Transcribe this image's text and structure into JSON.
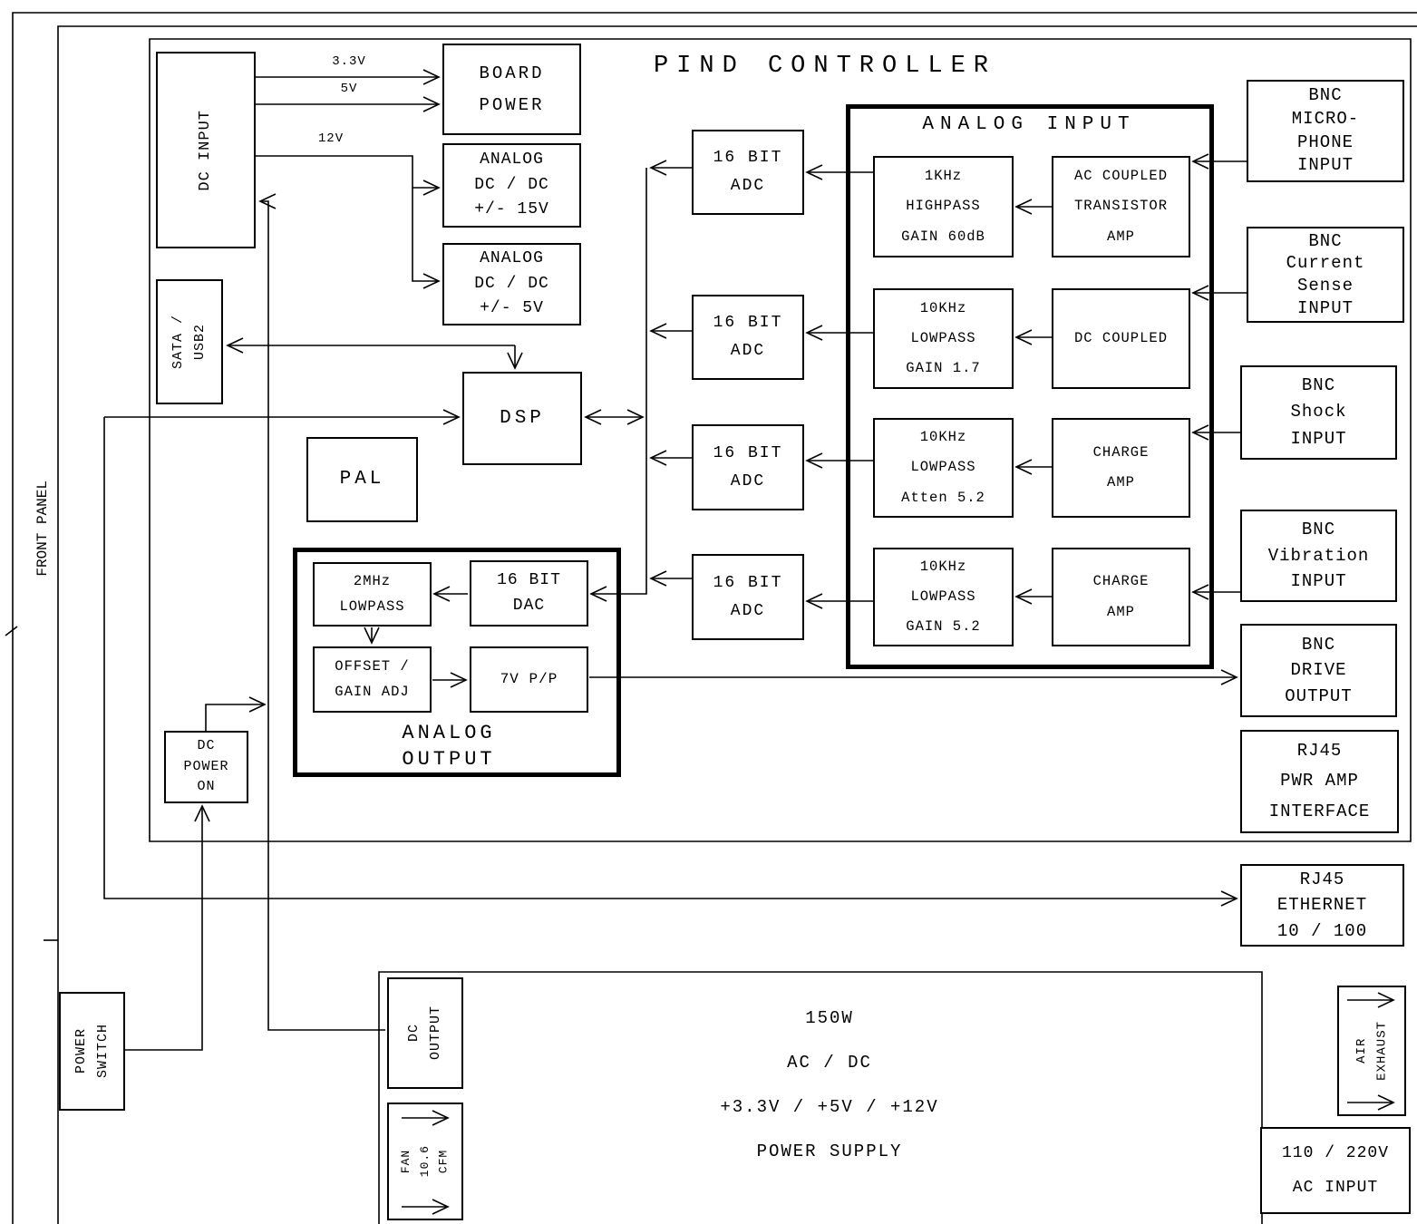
{
  "title": "PIND CONTROLLER",
  "front_panel_label": "FRONT PANEL",
  "voltage_labels": {
    "v33": "3.3V",
    "v5": "5V",
    "v12": "12V"
  },
  "colors": {
    "line": "#000000",
    "background": "#ffffff"
  },
  "boxes": {
    "dc_input": {
      "label": "DC INPUT"
    },
    "board_power": {
      "lines": [
        "BOARD",
        "POWER"
      ]
    },
    "dcdc_15v": {
      "lines": [
        "ANALOG",
        "DC / DC",
        "+/- 15V"
      ]
    },
    "dcdc_5v": {
      "lines": [
        "ANALOG",
        "DC / DC",
        "+/- 5V"
      ]
    },
    "sata_usb2": {
      "lines": [
        "SATA /",
        "USB2"
      ]
    },
    "dsp": {
      "label": "DSP"
    },
    "pal": {
      "label": "PAL"
    },
    "adc": {
      "lines": [
        "16 BIT",
        "ADC"
      ]
    },
    "analog_input": {
      "heading": "ANALOG INPUT"
    },
    "filter1": {
      "lines": [
        "1KHz",
        "HIGHPASS",
        "GAIN 60dB"
      ]
    },
    "amp1": {
      "lines": [
        "AC COUPLED",
        "TRANSISTOR",
        "AMP"
      ]
    },
    "filter2": {
      "lines": [
        "10KHz",
        "LOWPASS",
        "GAIN 1.7"
      ]
    },
    "amp2": {
      "lines": [
        "DC COUPLED"
      ]
    },
    "filter3": {
      "lines": [
        "10KHz",
        "LOWPASS",
        "Atten 5.2"
      ]
    },
    "amp3": {
      "lines": [
        "CHARGE",
        "AMP"
      ]
    },
    "filter4": {
      "lines": [
        "10KHz",
        "LOWPASS",
        "GAIN 5.2"
      ]
    },
    "amp4": {
      "lines": [
        "CHARGE",
        "AMP"
      ]
    },
    "bnc_microphone": {
      "lines": [
        "BNC",
        "MICRO-",
        "PHONE",
        "INPUT"
      ]
    },
    "bnc_current_sense": {
      "lines": [
        "BNC",
        "Current",
        "Sense",
        "INPUT"
      ]
    },
    "bnc_shock": {
      "lines": [
        "BNC",
        "Shock",
        "INPUT"
      ]
    },
    "bnc_vibration": {
      "lines": [
        "BNC",
        "Vibration",
        "INPUT"
      ]
    },
    "bnc_drive_output": {
      "lines": [
        "BNC",
        "DRIVE",
        "OUTPUT"
      ]
    },
    "rj45_pwr_amp": {
      "lines": [
        "RJ45",
        "PWR AMP",
        "INTERFACE"
      ]
    },
    "rj45_ethernet": {
      "lines": [
        "RJ45",
        "ETHERNET",
        "10 / 100"
      ]
    },
    "analog_output": {
      "lines": [
        "ANALOG",
        "OUTPUT"
      ]
    },
    "lowpass_2mhz": {
      "lines": [
        "2MHz",
        "LOWPASS"
      ]
    },
    "dac": {
      "lines": [
        "16 BIT",
        "DAC"
      ]
    },
    "offset_gain_adj": {
      "lines": [
        "OFFSET /",
        "GAIN ADJ"
      ]
    },
    "vpp_7v": {
      "label": "7V P/P"
    },
    "dc_power_on": {
      "lines": [
        "DC",
        "POWER",
        "ON"
      ]
    },
    "power_switch": {
      "lines": [
        "POWER",
        "SWITCH"
      ]
    },
    "dc_output": {
      "lines": [
        "DC",
        "OUTPUT"
      ]
    },
    "fan": {
      "lines": [
        "FAN",
        "10.6",
        "CFM"
      ]
    },
    "air_exhaust": {
      "lines": [
        "AIR",
        "EXHAUST"
      ]
    },
    "ac_input": {
      "lines": [
        "110 / 220V",
        "AC INPUT"
      ]
    },
    "power_supply": {
      "lines": [
        "150W",
        "AC / DC",
        "+3.3V / +5V / +12V",
        "POWER SUPPLY"
      ]
    }
  }
}
